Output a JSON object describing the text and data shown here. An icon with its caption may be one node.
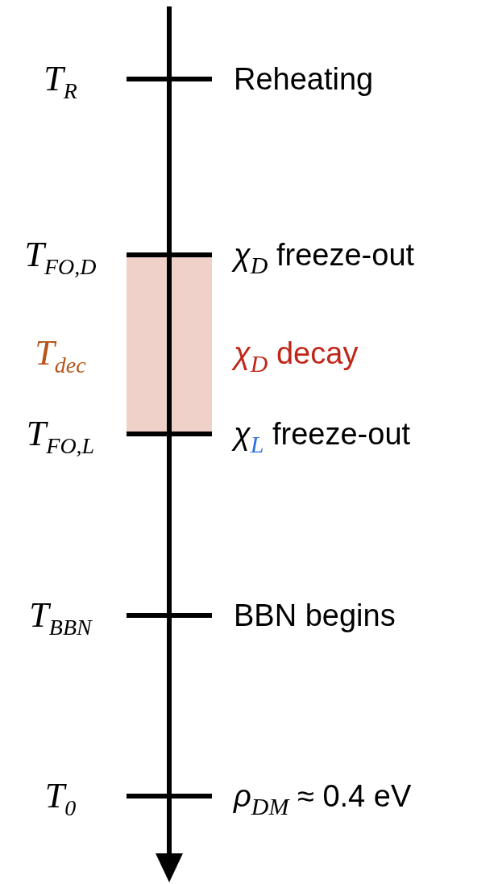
{
  "diagram": {
    "labels": [
      "T$_{R}$",
      "Reheating",
      "T$_{FO,D}$",
      "*χ*$_{D}$ freeze-out",
      "T$_{dec}$",
      "*χ*$_{D}$ decay",
      "T$_{FO,L}$",
      "*χ*$_{L}$ freeze-out",
      "T$_{BBN}$",
      "BBN begins",
      "T$_{0}$",
      "*ρ*$_{DM}$ ≈ 0.4 eV"
    ]
  }
}
